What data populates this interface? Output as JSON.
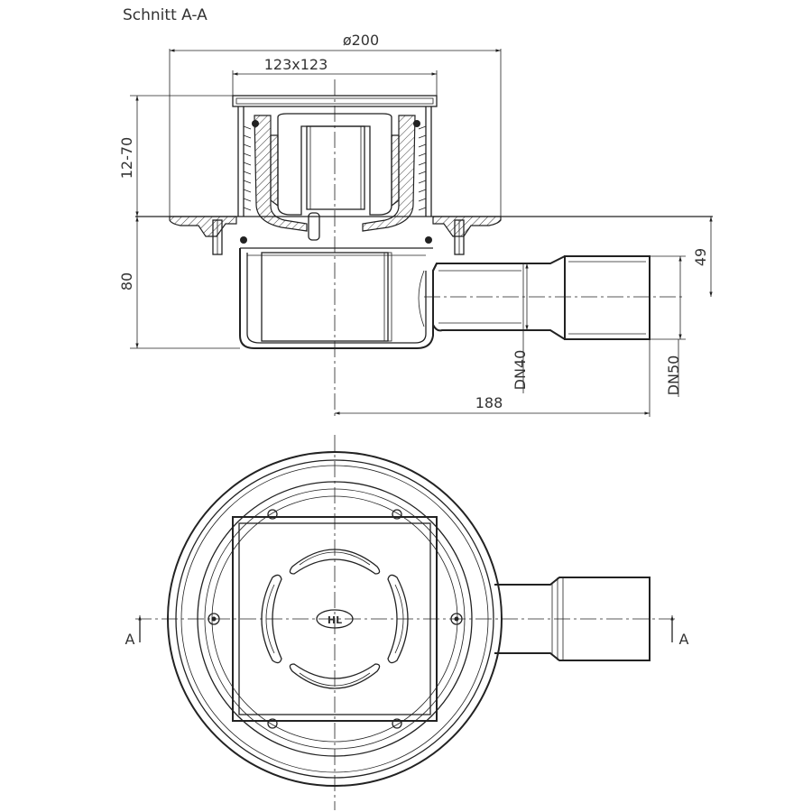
{
  "section_title": "Schnitt A-A",
  "dimensions": {
    "outer_diameter": "ø200",
    "grate_size": "123x123",
    "height_adjust": "12-70",
    "body_height": "80",
    "outlet_height": "49",
    "outlet_length": "188",
    "outlet_dn_inner": "DN40",
    "outlet_dn_outer": "DN50"
  },
  "section_marks": {
    "left": "A",
    "right": "A"
  },
  "logo_text": "HL"
}
